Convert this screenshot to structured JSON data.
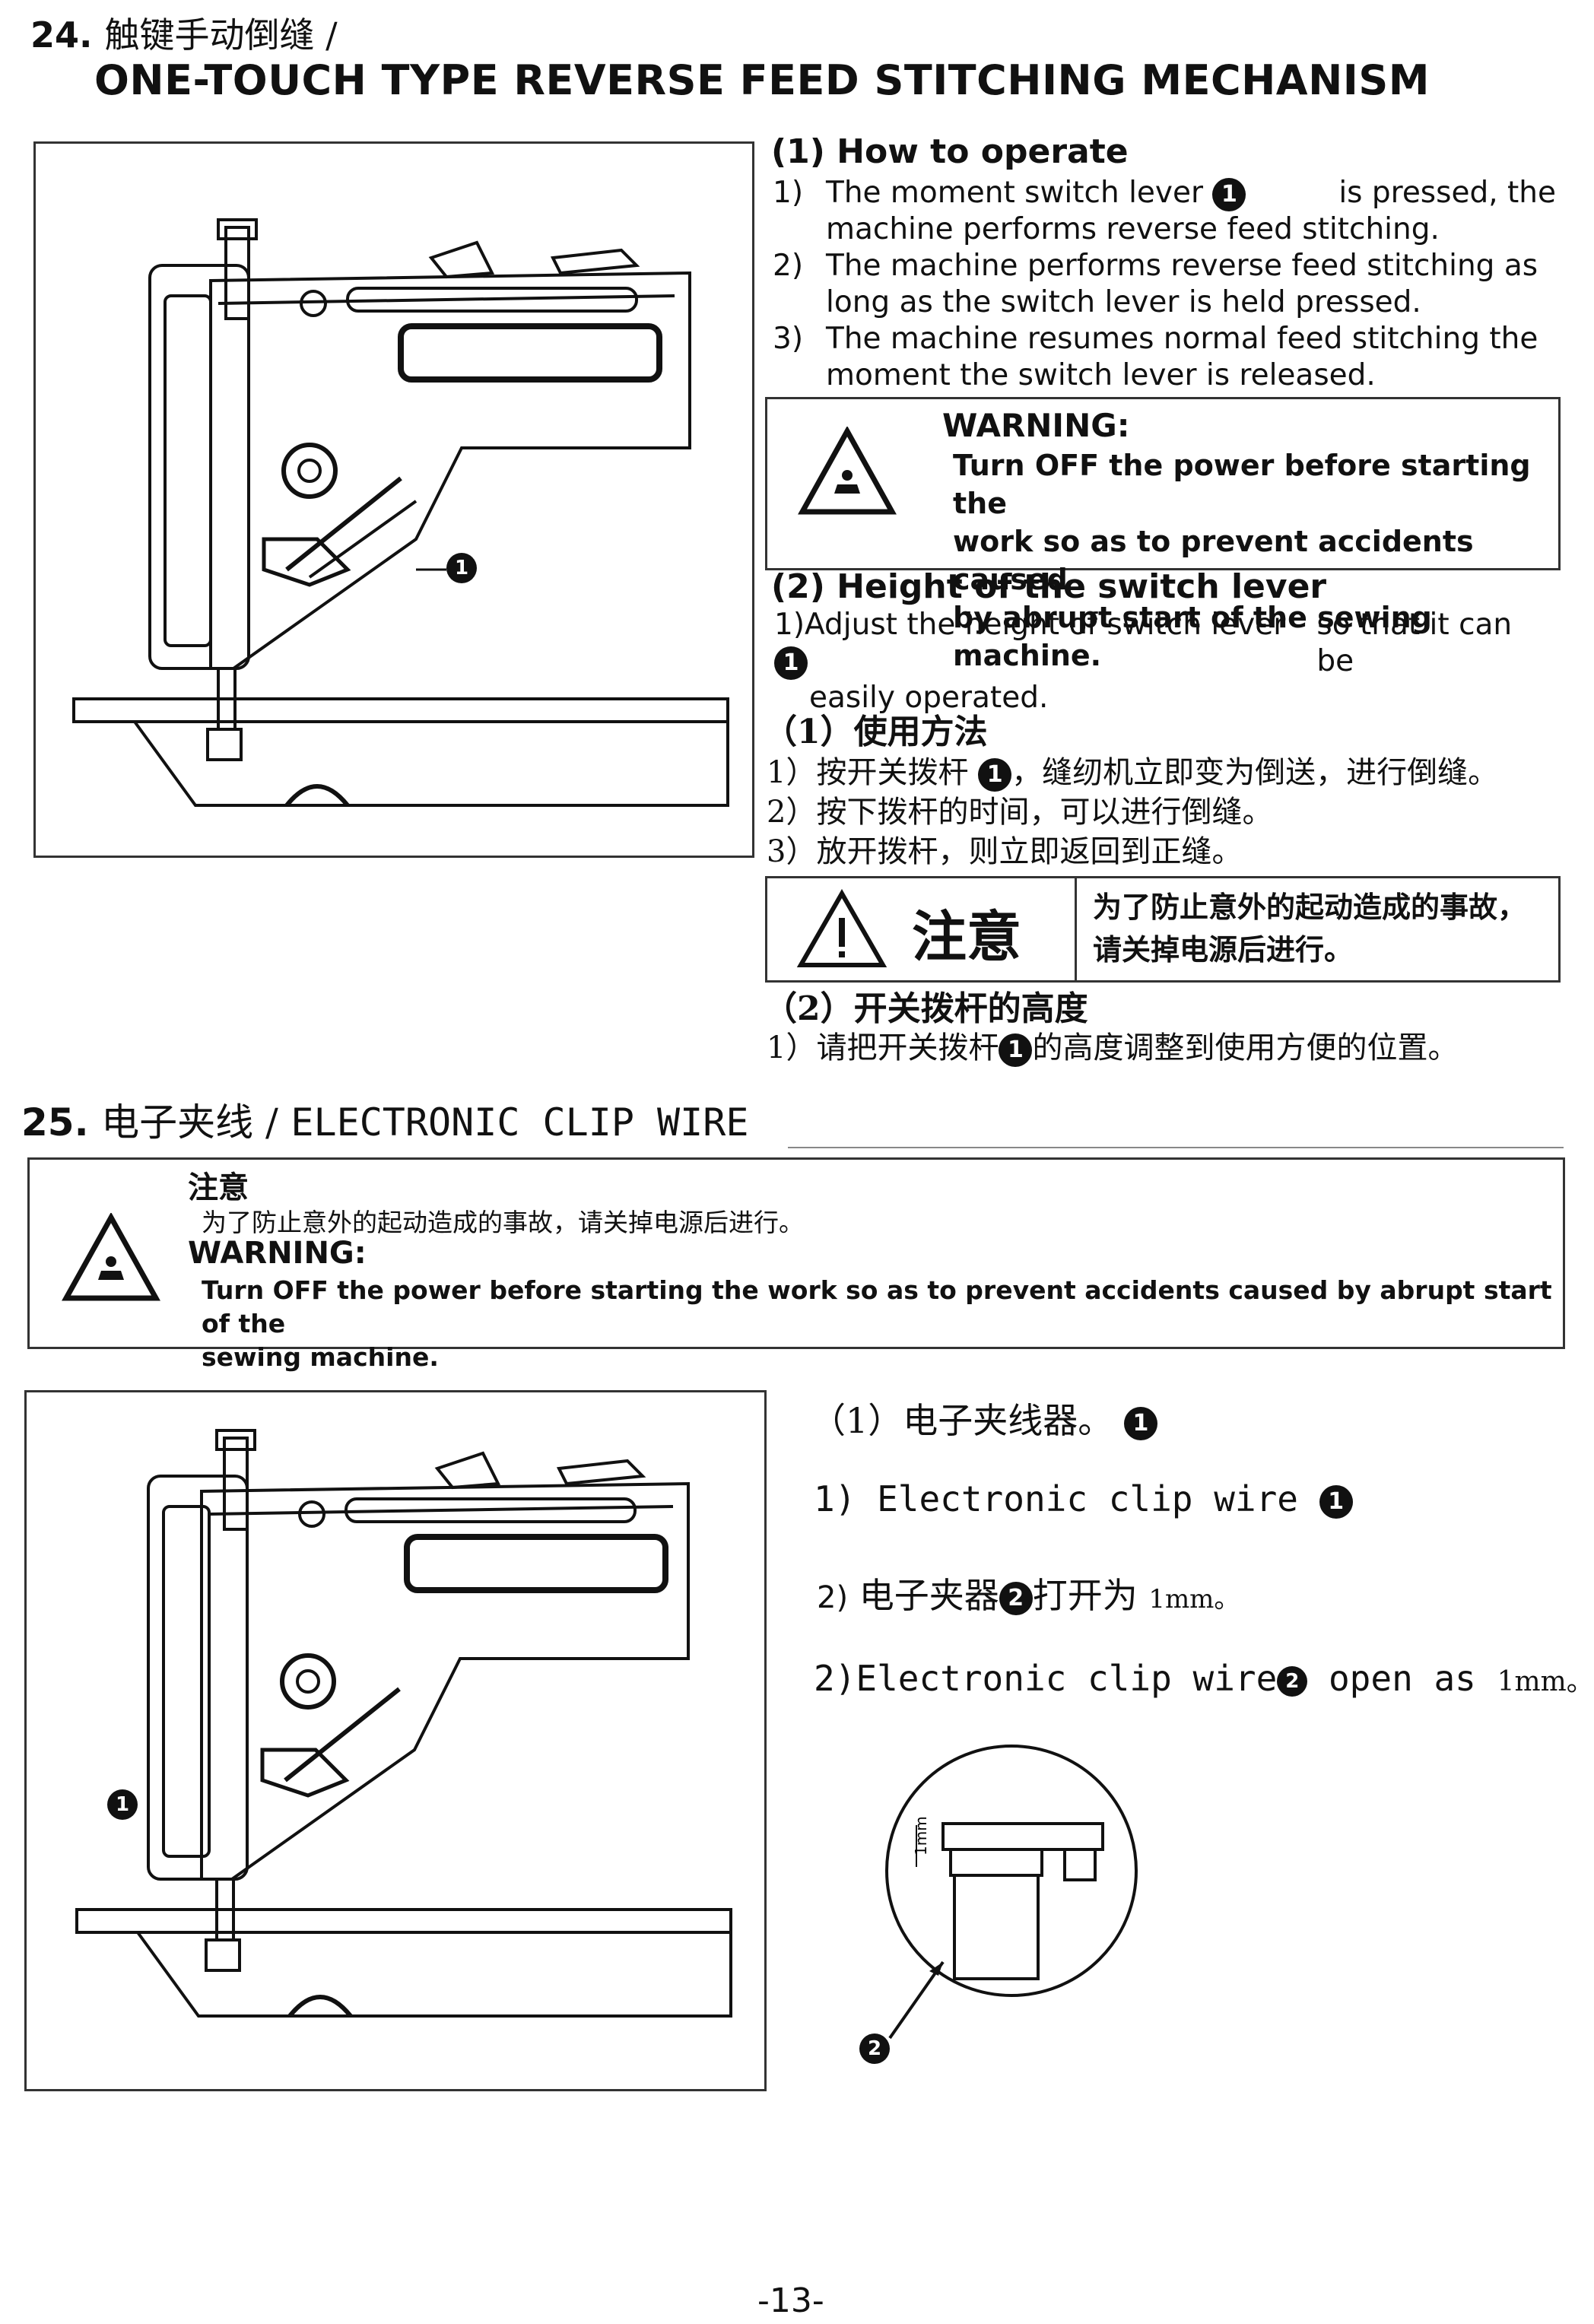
{
  "section24": {
    "number": "24.",
    "title_cn": "触键手动倒缝 /",
    "title_en": "ONE-TOUCH TYPE REVERSE FEED STITCHING MECHANISM",
    "how_to_operate": {
      "heading": "(1) How to operate",
      "items": [
        {
          "num": "1)",
          "line1_a": "The moment switch lever",
          "marker": "1",
          "line1_b": "is pressed, the",
          "line2": "machine performs reverse feed stitching."
        },
        {
          "num": "2)",
          "line1": "The machine performs reverse feed stitching as",
          "line2": "long as the switch lever is held pressed."
        },
        {
          "num": "3)",
          "line1": "The machine resumes normal feed stitching the",
          "line2": "moment the switch lever is released."
        }
      ]
    },
    "warning": {
      "title": "WARNING:",
      "lines": [
        "Turn OFF the power before starting the",
        "work so as to prevent accidents caused",
        "by abrupt start of the sewing machine."
      ]
    },
    "height": {
      "heading": "(2) Height of the switch lever",
      "item_num": "1)",
      "line1_a": "Adjust the  height of switch lever",
      "marker": "1",
      "line1_b": "so that it can be",
      "line2": "easily operated."
    },
    "cn_operate": {
      "heading": "（1）使用方法",
      "items": [
        {
          "num": "1）",
          "text_a": "按开关拨杆",
          "marker": "1",
          "text_b": "，缝纫机立即变为倒送，进行倒缝。"
        },
        {
          "num": "2）",
          "text": "按下拨杆的时间，可以进行倒缝。"
        },
        {
          "num": "3）",
          "text": "放开拨杆，则立即返回到正缝。"
        }
      ]
    },
    "cn_warning": {
      "title": "注意",
      "lines": [
        "为了防止意外的起动造成的事故，",
        "请关掉电源后进行。"
      ]
    },
    "cn_height": {
      "heading": "（2）开关拨杆的高度",
      "num": "1）",
      "text_a": "请把开关拨杆",
      "marker": "1",
      "text_b": "的高度调整到使用方便的位置。"
    },
    "figure_marker": "1"
  },
  "section25": {
    "number": "25.",
    "title_cn": "电子夹线 /",
    "title_en": "ELECTRONIC CLIP WIRE",
    "warning": {
      "cn_title": "注意",
      "cn_text": "为了防止意外的起动造成的事故，请关掉电源后进行。",
      "en_title": "WARNING:",
      "en_line1": "Turn OFF the power before starting the work so as to prevent accidents caused by abrupt start of the",
      "en_line2": "sewing machine."
    },
    "items": {
      "cn1": "（1）电子夹线器。",
      "cn1_marker": "1",
      "en1": "1) Electronic clip wire",
      "en1_marker": "1",
      "cn2_num": "2)",
      "cn2_a": "电子夹器",
      "cn2_marker": "2",
      "cn2_b": "打开为",
      "cn2_unit": "1mm。",
      "en2_a": "2)Electronic clip wire",
      "en2_marker": "2",
      "en2_b": "open as",
      "en2_unit": "1mm。"
    },
    "figure_marker": "1",
    "detail_marker": "2",
    "detail_label": "1mm"
  },
  "page_number": "-13-"
}
